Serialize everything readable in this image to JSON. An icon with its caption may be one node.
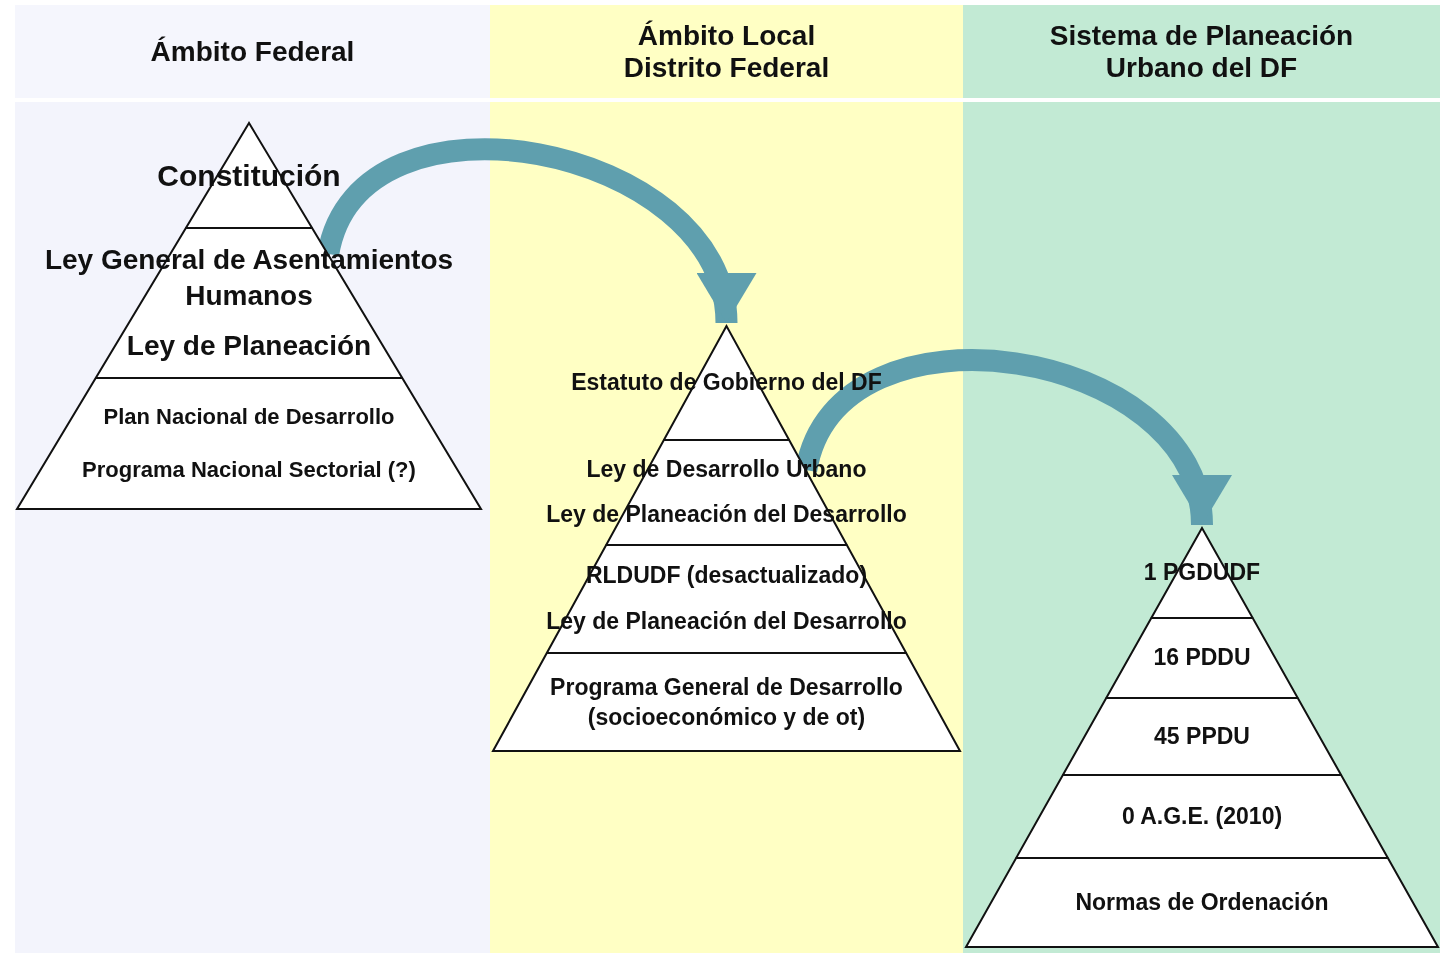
{
  "diagram": {
    "nodes": [
      {
        "text": [
          "Ámbito Federal"
        ]
      },
      {
        "text": [
          "Ámbito Local Distrito Federal"
        ]
      },
      {
        "text": [
          "Sistema de Planeación Urbano del DF"
        ]
      },
      {
        "text": [],
        "shape": "triangle",
        "in": 0
      },
      {
        "text": [
          "Constitución"
        ],
        "in": 3
      },
      {
        "text": [
          "Ley General de Asentamientos Humanos",
          "Ley de Planeación"
        ],
        "in": 3
      },
      {
        "text": [
          "Plan Nacional de Desarrollo",
          "Programa Nacional Sectorial (?)"
        ],
        "in": 3
      },
      {
        "text": [],
        "shape": "triangle",
        "in": 1
      },
      {
        "text": [
          "Estatuto de Gobierno del DF"
        ],
        "in": 7
      },
      {
        "text": [
          "Ley de Desarrollo Urbano",
          "Ley de Planeación del Desarrollo"
        ],
        "in": 7
      },
      {
        "text": [
          "RLDUDF (desactualizado)",
          "Ley de Planeación del Desarrollo"
        ],
        "in": 7
      },
      {
        "text": [
          "Programa General de Desarrollo (socioeconómico y de ot)"
        ],
        "in": 7
      },
      {
        "text": [],
        "shape": "triangle",
        "in": 2
      },
      {
        "text": [
          "1 PGDUDF"
        ],
        "in": 12
      },
      {
        "text": [
          "16 PDDU"
        ],
        "in": 12
      },
      {
        "text": [
          "45 PPDU"
        ],
        "in": 12
      },
      {
        "text": [
          "0 A.G.E. (2010)"
        ],
        "in": 12
      },
      {
        "text": [
          "Normas de Ordenación"
        ],
        "in": 12
      }
    ],
    "edges": [
      {
        "from": 3,
        "to": 7,
        "arrow": "to"
      },
      {
        "from": 7,
        "to": 12,
        "arrow": "to"
      }
    ]
  }
}
